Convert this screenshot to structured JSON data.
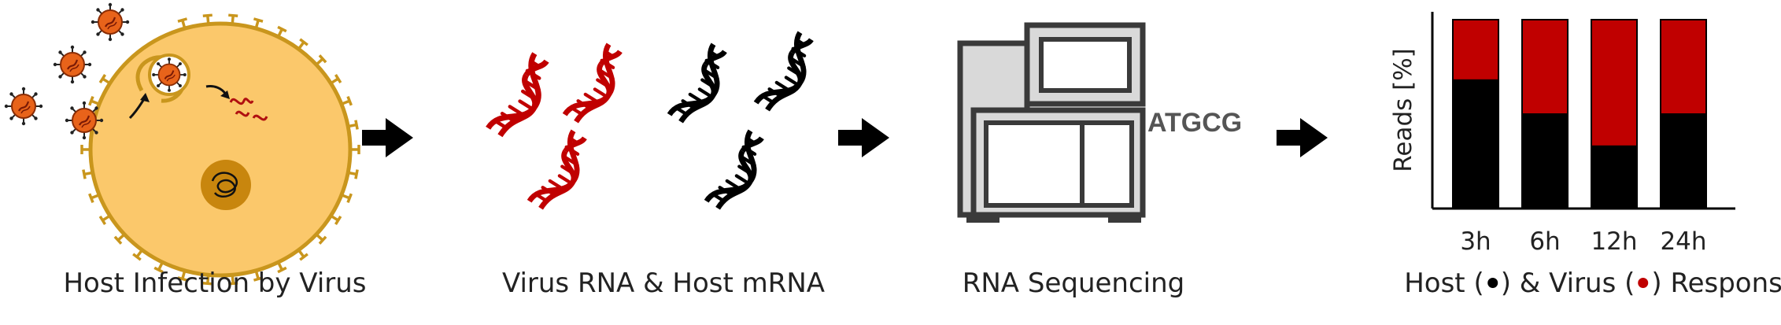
{
  "captions": {
    "infection": "Host Infection by Virus",
    "rna": "Virus RNA & Host mRNA",
    "sequencing": "RNA Sequencing",
    "response_prefix": "Host (",
    "response_mid": ") & Virus (",
    "response_suffix": ") Response"
  },
  "sequencer_text": "ATGCG",
  "colors": {
    "host": "#000000",
    "virus": "#c00000",
    "cell_fill": "#fbc86b",
    "cell_stroke": "#c9961d",
    "nucleus": "#c8860e",
    "virion": "#e8631a",
    "sequencer_fill": "#d9d9d9",
    "sequencer_stroke": "#3a3a3a"
  },
  "icons": [
    "virus-icon",
    "host-cell-icon",
    "rna-helix-icon",
    "arrow-right-icon",
    "sequencer-icon"
  ],
  "chart_data": {
    "type": "bar",
    "stacked": true,
    "categories": [
      "3h",
      "6h",
      "12h",
      "24h"
    ],
    "series": [
      {
        "name": "Host",
        "values": [
          68,
          50,
          33,
          50
        ]
      },
      {
        "name": "Virus",
        "values": [
          32,
          50,
          67,
          50
        ]
      }
    ],
    "ylabel": "Reads [%]",
    "ylim": [
      0,
      100
    ]
  }
}
